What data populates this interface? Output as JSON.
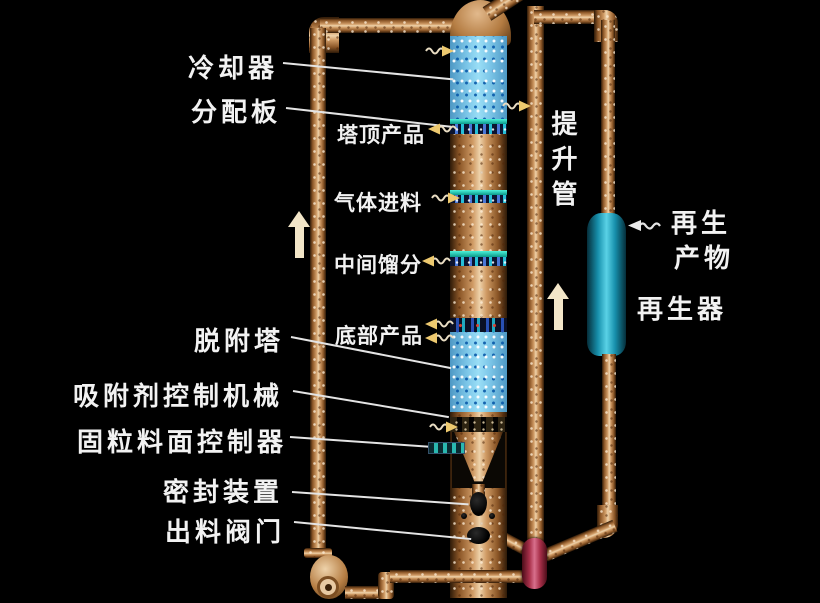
{
  "diagram": {
    "labels": {
      "cooler": "冷却器",
      "distributor_plate": "分配板",
      "top_product": "塔顶产品",
      "gas_feed": "气体进料",
      "middle_cut": "中间馏分",
      "bottom_product": "底部产品",
      "desorption_tower": "脱附塔",
      "adsorbent_control_machine": "吸附剂控制机械",
      "solids_level_controller": "固粒料面控制器",
      "seal_device": "密封装置",
      "discharge_valve": "出料阀门",
      "riser": "提升管",
      "regeneration_product_line1": "再生",
      "regeneration_product_line2": "产物",
      "regenerator": "再生器"
    },
    "colors": {
      "background": "#000000",
      "pipe_copper": "#cf9a64",
      "adsorbent_blue": "#7cc6e8",
      "tray_teal": "#1ad2c0",
      "regenerator_teal": "#2fb7cf",
      "valve_red": "#c04a64",
      "label_text": "#f2f2f2",
      "flow_arrow_tan": "#edc96f",
      "up_arrow_cream": "#f3e6c8"
    }
  }
}
